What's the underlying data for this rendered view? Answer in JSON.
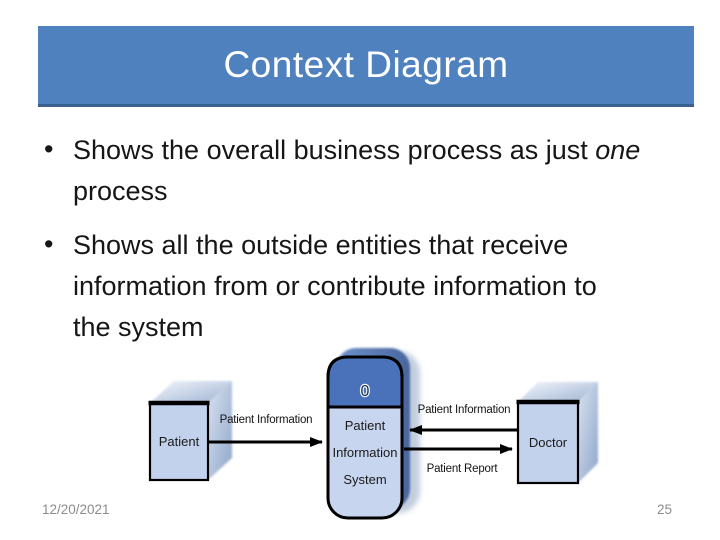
{
  "slide": {
    "title": "Context Diagram",
    "date": "12/20/2021",
    "page_number": "25"
  },
  "bullets": {
    "item1": {
      "pre_italic": "Shows the overall business process as just ",
      "italic_word": "one",
      "line2": "process"
    },
    "item2": {
      "line1": "Shows all the outside entities that receive",
      "line2": "information from or contribute information to",
      "line3": "the system"
    }
  },
  "diagram": {
    "process": {
      "number": "0",
      "name_line1": "Patient",
      "name_line2": "Information",
      "name_line3": "System"
    },
    "entity_left": "Patient",
    "entity_right": "Doctor",
    "flow_patient_to_system": "Patient Information",
    "flow_doctor_to_system": "Patient Information",
    "flow_system_to_doctor": "Patient Report"
  },
  "colors": {
    "title_bar": "#4e81bd",
    "title_bar_border": "#3a618f",
    "process_band": "#4a72ba",
    "shape_fill": "#c7d5ee",
    "entity_fill": "#c3d2ec",
    "footer_text": "#8c8c8c"
  }
}
